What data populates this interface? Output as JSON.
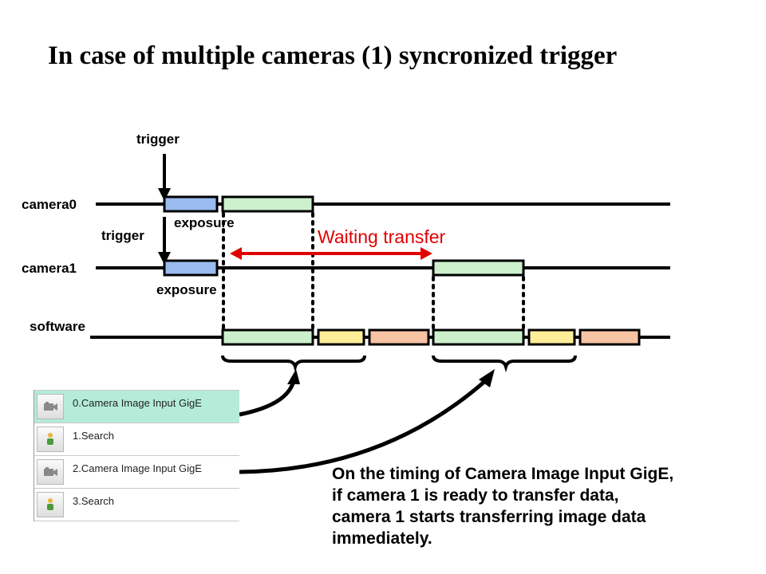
{
  "title": "In case of multiple cameras (1) syncronized trigger",
  "labels": {
    "trigger0": "trigger",
    "trigger1": "trigger",
    "camera0": "camera0",
    "camera1": "camera1",
    "software": "software",
    "exposure0": "exposure",
    "exposure1": "exposure",
    "waiting": "Waiting transfer"
  },
  "flow": [
    {
      "label": "0.Camera Image Input GigE",
      "icon": "camera-icon",
      "selected": true
    },
    {
      "label": "1.Search",
      "icon": "search-person-icon",
      "selected": false
    },
    {
      "label": "2.Camera Image Input GigE",
      "icon": "camera-icon",
      "selected": false
    },
    {
      "label": "3.Search",
      "icon": "search-person-icon",
      "selected": false
    }
  ],
  "note": [
    "On the timing of Camera Image Input GigE,",
    "if camera 1 is ready to transfer data,",
    "camera 1 starts transferring image data",
    "immediately."
  ],
  "colors": {
    "exposure": "#99bbee",
    "transfer": "#ccf0cc",
    "search": "#ffee99",
    "process": "#f7c4a4",
    "waiting": "#e00000",
    "selected": "#b4ecd9"
  }
}
